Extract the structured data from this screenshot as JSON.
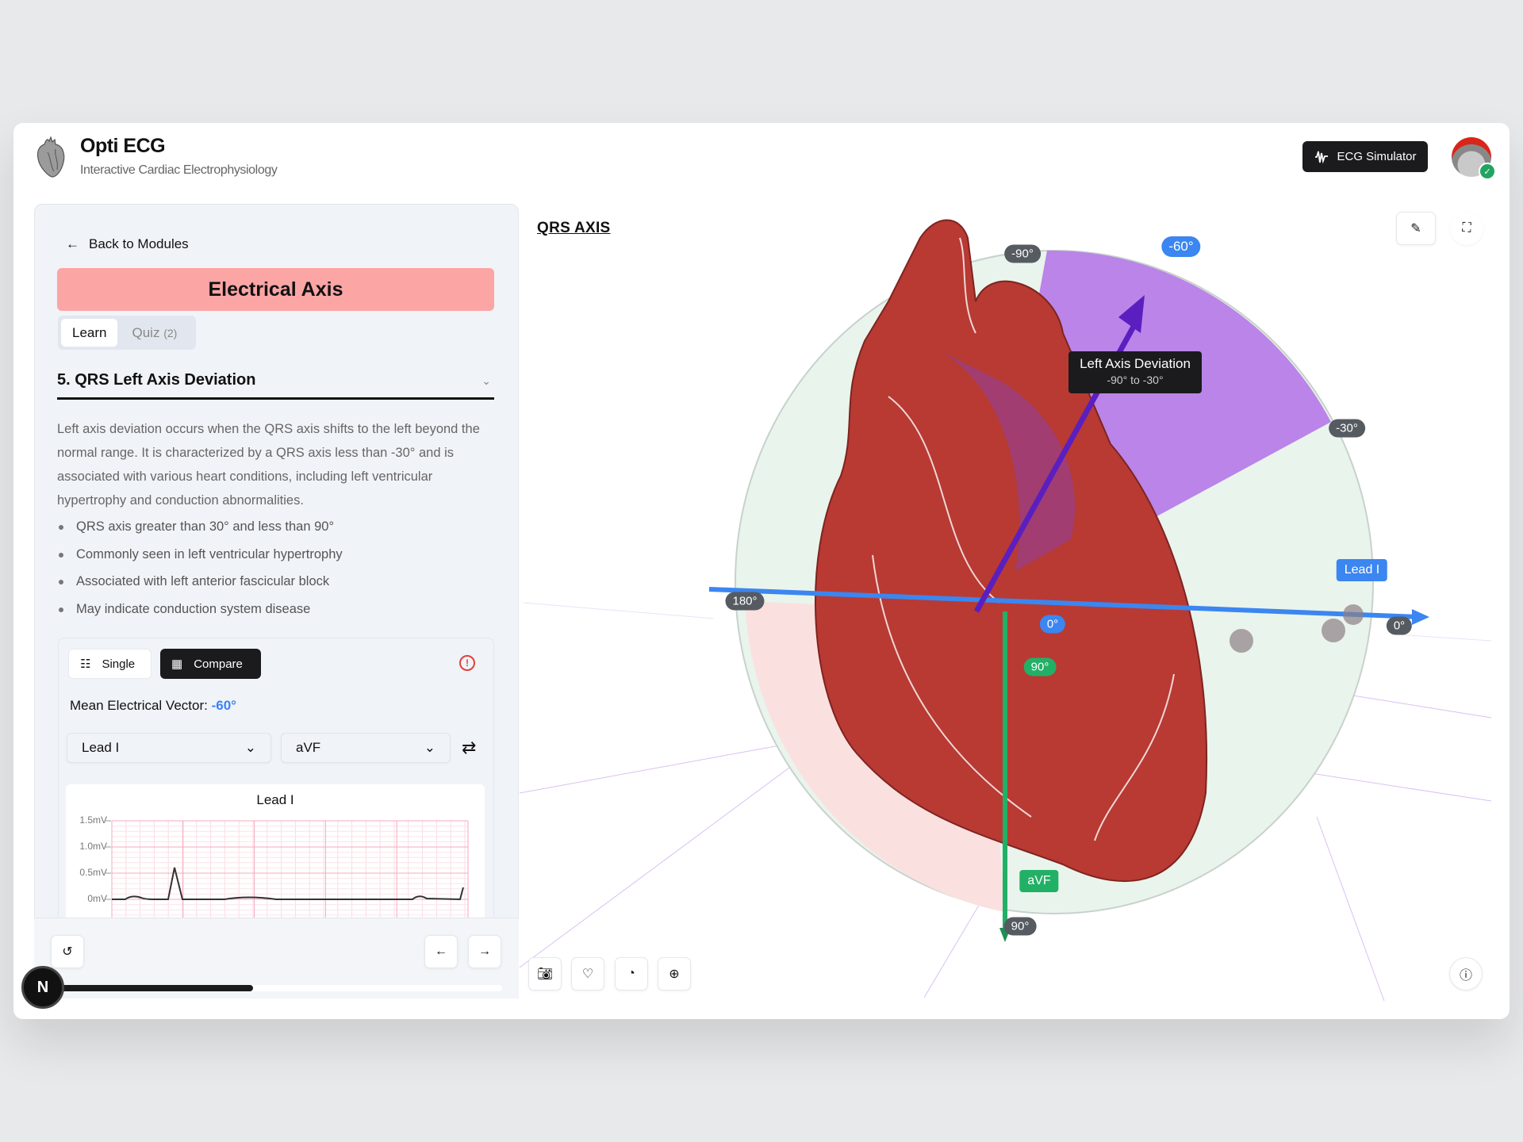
{
  "header": {
    "app_title": "Opti ECG",
    "app_subtitle": "Interactive Cardiac Electrophysiology",
    "simulator_button": "ECG Simulator",
    "avatar_status_icon": "shield-check-icon"
  },
  "sidebar": {
    "back_label": "Back to Modules",
    "module_title": "Electrical Axis",
    "tabs": [
      {
        "label": "Learn",
        "active": true
      },
      {
        "label": "Quiz",
        "count": "(2)"
      }
    ],
    "section_title": "5. QRS Left Axis Deviation",
    "description": "Left axis deviation occurs when the QRS axis shifts to the left beyond the normal range. It is characterized by a QRS axis less than -30° and is associated with various heart conditions, including left ventricular hypertrophy and conduction abnormalities.",
    "bullets": [
      "QRS axis greater than 30° and less than 90°",
      "Commonly seen in left ventricular hypertrophy",
      "Associated with left anterior fascicular block",
      "May indicate conduction system disease"
    ],
    "view_modes": [
      {
        "label": "Single",
        "active": false
      },
      {
        "label": "Compare",
        "active": true
      }
    ],
    "mean_vector_label": "Mean Electrical Vector:",
    "mean_vector_value": "-60°",
    "lead_select_1": "Lead I",
    "lead_select_2": "aVF",
    "ecg": {
      "title": "Lead I",
      "y_ticks": [
        "1.5mV",
        "1.0mV",
        "0.5mV",
        "0mV"
      ]
    },
    "progress": 0.44,
    "nav_badge": "N"
  },
  "viewer": {
    "title": "QRS AXIS",
    "tooltip": {
      "title": "Left Axis Deviation",
      "range": "-90° to -30°"
    },
    "labels": {
      "minus90": "-90°",
      "minus60": "-60°",
      "minus30": "-30°",
      "lead_i": "Lead I",
      "zero_right": "0°",
      "zero_center": "0°",
      "ninety_center": "90°",
      "one_eighty": "180°",
      "avf": "aVF",
      "ninety_bottom": "90°"
    },
    "colors": {
      "lad_sector": "#b57ae8",
      "normal_sector": "#e7f4ea",
      "rad_sector": "#fbe0e0",
      "lead_i_axis": "#3b86f0",
      "avf_axis": "#22b066",
      "vector": "#5b1fc0",
      "heart": "#b83a33"
    }
  }
}
